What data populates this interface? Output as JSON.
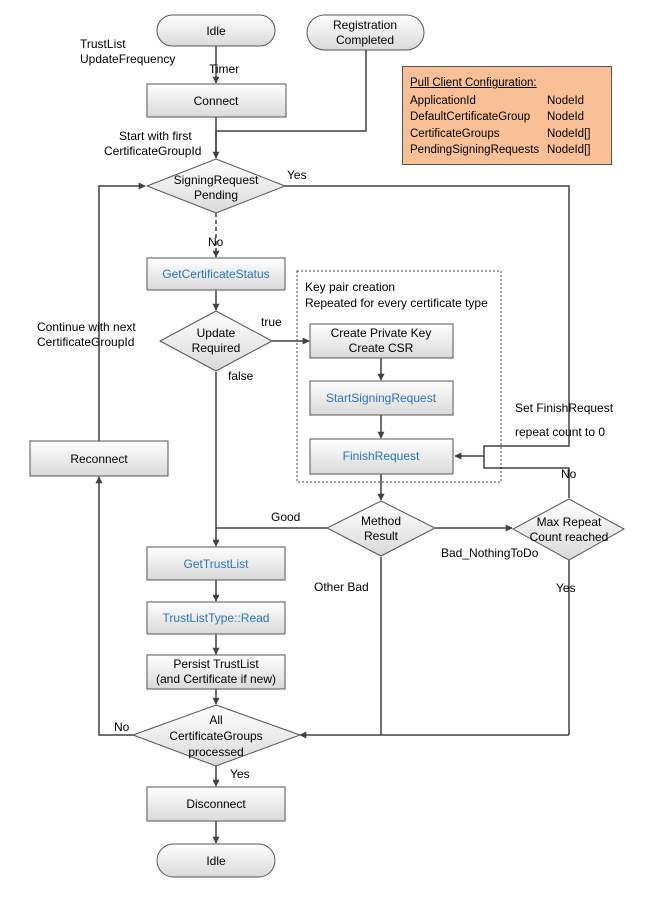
{
  "colors": {
    "method_text": "#2e75b6",
    "config_fill": "#f9bf97",
    "terminator_fill": "#f2f2f2",
    "box_fill": "#f2f2f2"
  },
  "nodes": {
    "idle_top": "Idle",
    "registration": [
      "Registration",
      "Completed"
    ],
    "connect": "Connect",
    "signing_pending": [
      "SigningRequest",
      "Pending"
    ],
    "get_certificate_status": "GetCertificateStatus",
    "update_required": [
      "Update",
      "Required"
    ],
    "keypair_group": [
      "Key pair creation",
      "Repeated for every certificate type"
    ],
    "create_key": [
      "Create Private Key",
      "Create CSR"
    ],
    "start_signing": "StartSigningRequest",
    "finish_request": "FinishRequest",
    "method_result": [
      "Method",
      "Result"
    ],
    "max_repeat": [
      "Max Repeat",
      "Count reached"
    ],
    "get_trust_list": "GetTrustList",
    "trustlist_read": "TrustListType::Read",
    "persist": [
      "Persist TrustList",
      "(and Certificate if new)"
    ],
    "all_groups": [
      "All",
      "CertificateGroups",
      "processed"
    ],
    "disconnect": "Disconnect",
    "idle_bottom": "Idle",
    "reconnect": "Reconnect"
  },
  "labels": {
    "trustlist_freq": [
      "TrustList",
      "UpdateFrequency"
    ],
    "timer": "Timer",
    "start_first": [
      "Start with first",
      "CertificateGroupId"
    ],
    "yes_pending": "Yes",
    "no_pending": "No",
    "continue_next": [
      "Continue with next",
      "CertificateGroupId"
    ],
    "true": "true",
    "false": "false",
    "set_finish": [
      "Set FinishRequest",
      "repeat count to 0"
    ],
    "no_max": "No",
    "good": "Good",
    "bad_nothing": "Bad_NothingToDo",
    "other_bad": "Other Bad",
    "yes_max": "Yes",
    "no_all": "No",
    "yes_all": "Yes"
  },
  "config": {
    "title": "Pull Client Configuration:",
    "rows": [
      {
        "name": "ApplicationId",
        "type": "NodeId"
      },
      {
        "name": "DefaultCertificateGroup",
        "type": "NodeId"
      },
      {
        "name": "CertificateGroups",
        "type": "NodeId[]"
      },
      {
        "name": "PendingSigningRequests",
        "type": "NodeId[]"
      }
    ]
  }
}
